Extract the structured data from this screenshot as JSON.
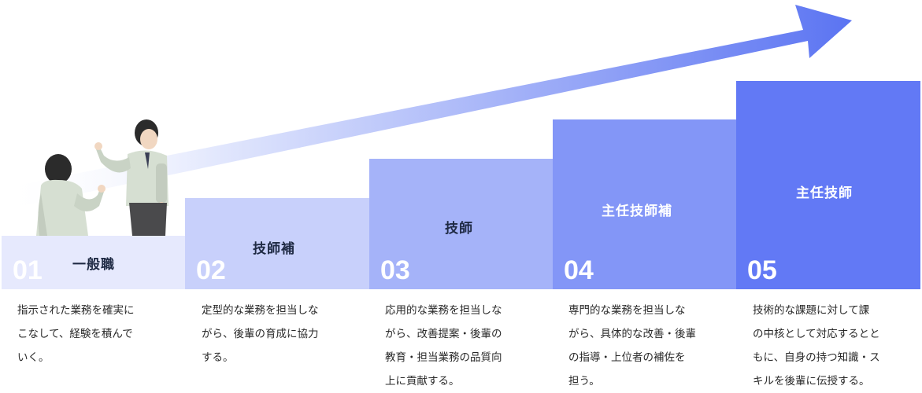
{
  "steps": [
    {
      "number": "01",
      "title": "一般職",
      "description": "指示された業務を確実に\nこなして、経験を積んで\nいく。"
    },
    {
      "number": "02",
      "title": "技師補",
      "description": "定型的な業務を担当しな\nがら、後輩の育成に協力\nする。"
    },
    {
      "number": "03",
      "title": "技師",
      "description": "応用的な業務を担当しな\nがら、改善提案・後輩の\n教育・担当業務の品質向\n上に貢献する。"
    },
    {
      "number": "04",
      "title": "主任技師補",
      "description": "専門的な業務を担当しな\nがら、具体的な改善・後輩\nの指導・上位者の補佐を\n担う。"
    },
    {
      "number": "05",
      "title": "主任技師",
      "description": "技術的な課題に対して課\nの中核として対応するとと\nもに、自身の持つ知識・ス\nキルを後輩に伝授する。"
    }
  ],
  "colors": {
    "step1": "#e6e9fd",
    "step2": "#c8d0fb",
    "step3": "#a5b3f9",
    "step4": "#8396f7",
    "step5": "#6279f5",
    "arrow_start": "#ffffff",
    "arrow_end": "#5b74f2"
  },
  "icons": {
    "growth_arrow": "upward-arrow",
    "illustration": "two-office-workers"
  }
}
